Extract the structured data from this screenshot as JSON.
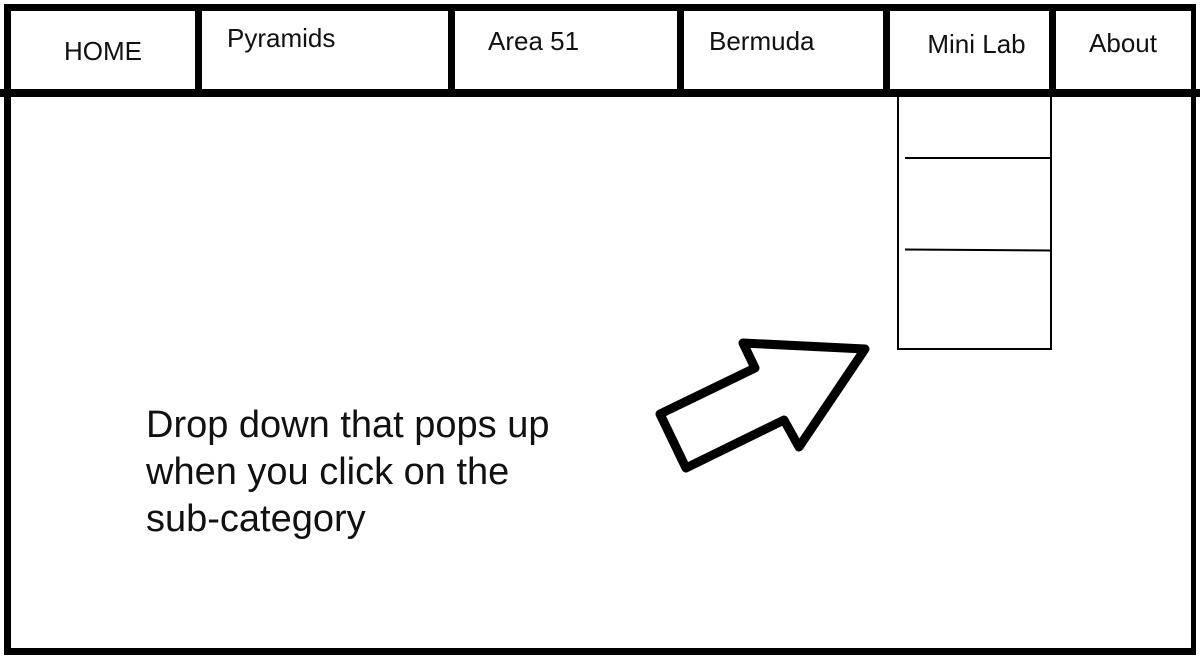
{
  "nav": {
    "items": [
      {
        "key": "home",
        "label": "HOME"
      },
      {
        "key": "pyramids",
        "label": "Pyramids"
      },
      {
        "key": "area-51",
        "label": "Area 51"
      },
      {
        "key": "bermuda",
        "label": "Bermuda"
      },
      {
        "key": "mini-lab",
        "label": "Mini Lab"
      },
      {
        "key": "about",
        "label": "About"
      }
    ]
  },
  "dropdown": {
    "parent": "Mini Lab",
    "options": [
      {
        "label": ""
      },
      {
        "label": ""
      },
      {
        "label": ""
      }
    ]
  },
  "annotation": {
    "text": "Drop down that pops up\nwhen you click on the\nsub-category"
  },
  "icons": {
    "pointer": "arrow-icon"
  },
  "colors": {
    "ink": "#000000",
    "background": "#ffffff"
  }
}
